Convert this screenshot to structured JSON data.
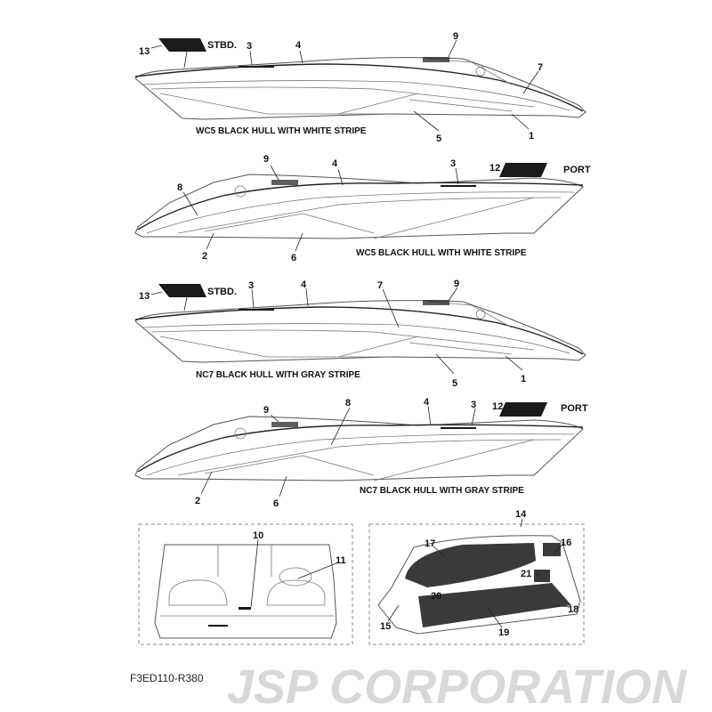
{
  "watermark": "JSP CORPORATION",
  "views": [
    {
      "caption": "WC5  BLACK HULL WITH WHITE STRIPE",
      "side": "STBD.",
      "callouts": [
        "13",
        "3",
        "4",
        "9",
        "7",
        "5",
        "1"
      ]
    },
    {
      "caption": "WC5  BLACK HULL WITH WHITE STRIPE",
      "side": "PORT",
      "callouts": [
        "9",
        "4",
        "3",
        "12",
        "8",
        "2",
        "6"
      ]
    },
    {
      "caption": "NC7  BLACK HULL WITH GRAY STRIPE",
      "side": "STBD.",
      "callouts": [
        "13",
        "3",
        "4",
        "7",
        "9",
        "5",
        "1"
      ]
    },
    {
      "caption": "NC7  BLACK HULL WITH GRAY STRIPE",
      "side": "PORT",
      "callouts": [
        "9",
        "8",
        "4",
        "3",
        "12",
        "2",
        "6"
      ]
    }
  ],
  "rear_view": {
    "callouts": [
      "10",
      "11"
    ]
  },
  "deck_view": {
    "callouts": [
      "14",
      "17",
      "16",
      "21",
      "20",
      "15",
      "19",
      "18"
    ]
  },
  "footer": {
    "diagram_code": "F3ED110-R380"
  }
}
